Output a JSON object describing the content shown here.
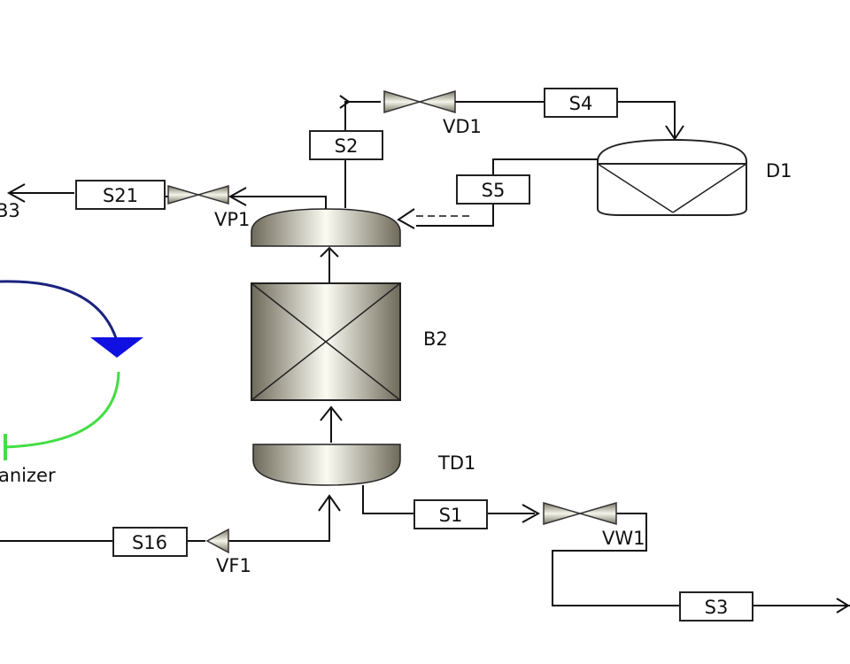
{
  "streams": {
    "s4": "S4",
    "s2": "S2",
    "s5": "S5",
    "s21": "S21",
    "s1": "S1",
    "s16": "S16",
    "s3": "S3"
  },
  "valves": {
    "vd1": "VD1",
    "vp1": "VP1",
    "vf1": "VF1",
    "vw1": "VW1"
  },
  "blocks": {
    "d1": "D1",
    "b2": "B2",
    "td1": "TD1",
    "b3": "B3",
    "organizer": "anizer"
  },
  "colors": {
    "loop_blue": "#1a237e",
    "loop_green": "#44dd44",
    "marker_blue": "#1010e0"
  }
}
